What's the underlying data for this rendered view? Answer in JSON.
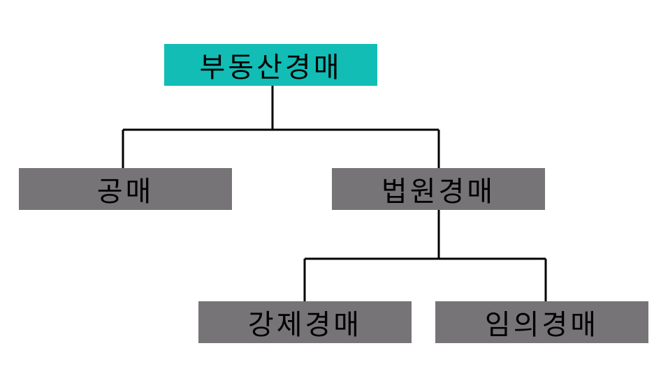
{
  "colors": {
    "root_fill": "#12bdb6",
    "child_fill": "#767476",
    "line": "#000000",
    "text": "#000000"
  },
  "nodes": {
    "root": {
      "label": "부동산경매"
    },
    "public_auction": {
      "label": "공매"
    },
    "court_auction": {
      "label": "법원경매"
    },
    "compulsory_auction": {
      "label": "강제경매"
    },
    "voluntary_auction": {
      "label": "임의경매"
    }
  }
}
